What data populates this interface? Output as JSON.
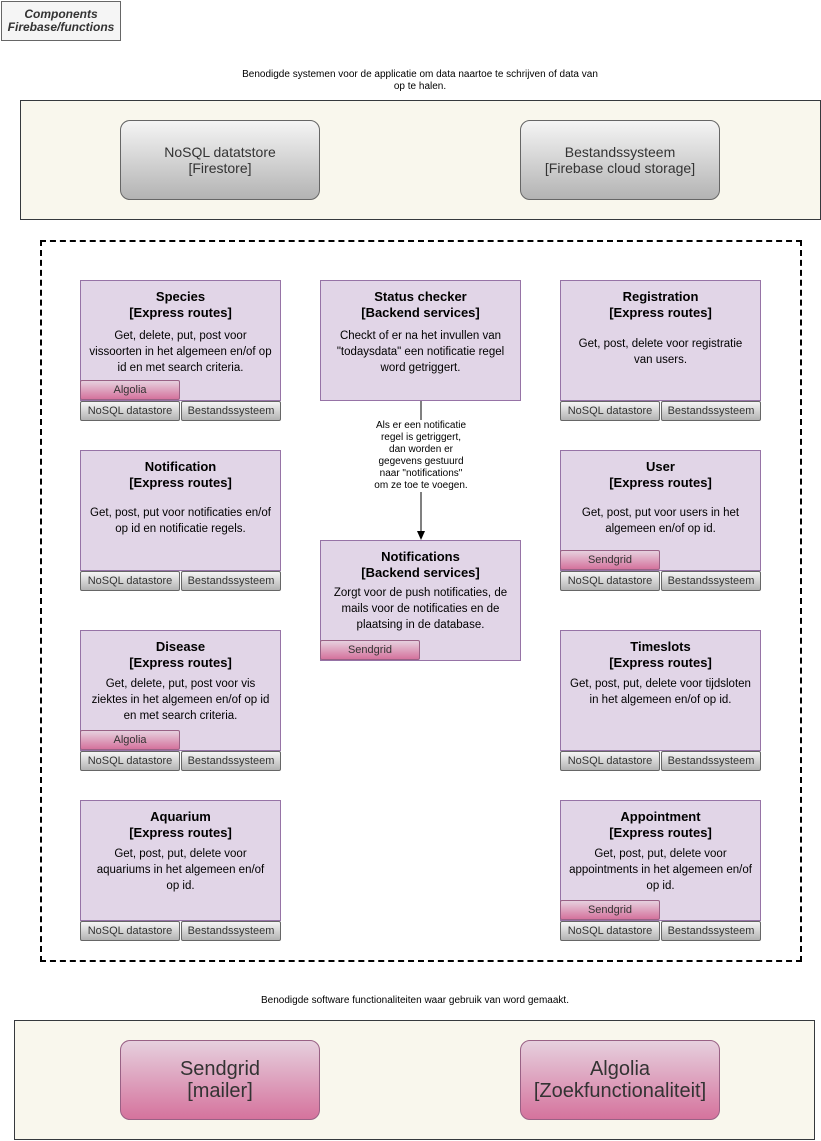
{
  "title": "Components\nFirebase/functions",
  "top_caption": "Benodigde systemen voor de applicatie om data naartoe te schrijven of data van op te halen.",
  "systems": [
    {
      "label": "NoSQL datatstore\n[Firestore]"
    },
    {
      "label": "Bestandssysteem\n[Firebase cloud storage]"
    }
  ],
  "cards": [
    {
      "title": "Species\n[Express routes]",
      "desc": "Get, delete, put, post voor vissoorten in het algemeen en/of op id en met search criteria.",
      "tags": [
        "Algolia"
      ],
      "systems": [
        "NoSQL datastore",
        "Bestandssysteem"
      ]
    },
    {
      "title": "Status checker\n[Backend services]",
      "desc": "Checkt of er na het invullen van \"todaysdata\" een notificatie regel word getriggert.",
      "tags": [],
      "systems": []
    },
    {
      "title": "Registration\n[Express routes]",
      "desc": "Get, post, delete voor registratie van users.",
      "tags": [],
      "systems": [
        "NoSQL datastore",
        "Bestandssysteem"
      ]
    },
    {
      "title": "Notification\n[Express routes]",
      "desc": "Get, post, put voor notificaties en/of op id en notificatie regels.",
      "tags": [],
      "systems": [
        "NoSQL datastore",
        "Bestandssysteem"
      ]
    },
    {
      "title": "Notifications\n[Backend services]",
      "desc": "Zorgt voor de push notificaties, de mails voor de notificaties en de plaatsing in de database.",
      "tags": [
        "Sendgrid"
      ],
      "systems": []
    },
    {
      "title": "User\n[Express routes]",
      "desc": "Get, post, put voor users in het algemeen en/of op id.",
      "tags": [
        "Sendgrid"
      ],
      "systems": [
        "NoSQL datastore",
        "Bestandssysteem"
      ]
    },
    {
      "title": "Disease\n[Express routes]",
      "desc": "Get, delete, put, post voor vis ziektes in het algemeen en/of op id en met search criteria.",
      "tags": [
        "Algolia"
      ],
      "systems": [
        "NoSQL datastore",
        "Bestandssysteem"
      ]
    },
    {
      "title": "Timeslots\n[Express routes]",
      "desc": "Get, post, put, delete voor tijdsloten in het algemeen en/of op id.",
      "tags": [],
      "systems": [
        "NoSQL datastore",
        "Bestandssysteem"
      ]
    },
    {
      "title": "Aquarium\n[Express routes]",
      "desc": "Get, post, put, delete voor aquariums in het algemeen en/of op id.",
      "tags": [],
      "systems": [
        "NoSQL datastore",
        "Bestandssysteem"
      ]
    },
    {
      "title": "Appointment\n[Express routes]",
      "desc": "Get, post, put, delete voor appointments in het algemeen en/of op id.",
      "tags": [
        "Sendgrid"
      ],
      "systems": [
        "NoSQL datastore",
        "Bestandssysteem"
      ]
    }
  ],
  "edge_label": "Als er een notificatie regel is getriggert, dan worden er gegevens gestuurd naar \"notifications\" om ze toe te voegen.",
  "bottom_caption": "Benodigde software functionaliteiten waar gebruik van word gemaakt.",
  "software": [
    {
      "label": "Sendgrid\n[mailer]"
    },
    {
      "label": "Algolia\n[Zoekfunctionaliteit]"
    }
  ]
}
